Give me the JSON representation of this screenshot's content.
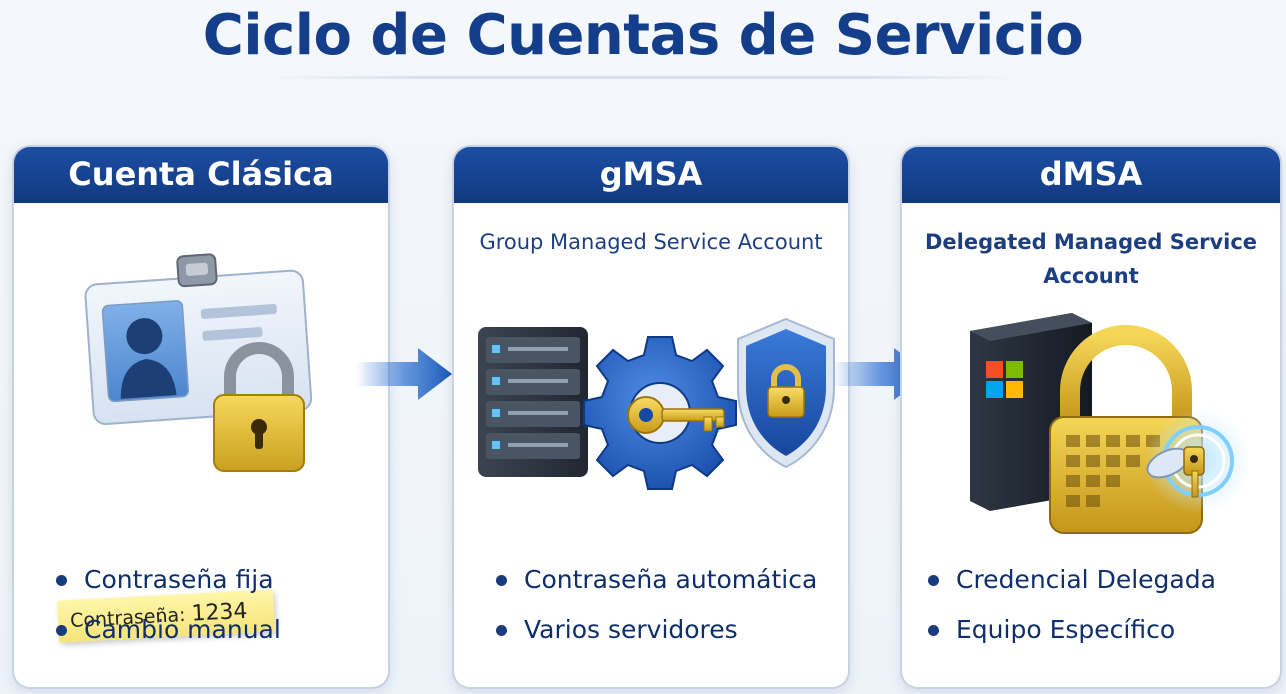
{
  "title": "Ciclo de Cuentas de Servicio",
  "panels": [
    {
      "header": "Cuenta Clásica",
      "note_label": "Contraseña:",
      "note_value": "1234",
      "bullets": [
        "Contraseña fija",
        "Cambio manual"
      ]
    },
    {
      "header": "gMSA",
      "subtitle": "Group Managed Service Account",
      "bullets": [
        "Contraseña automática",
        "Varios servidores"
      ]
    },
    {
      "header": "dMSA",
      "subtitle_line1": "Delegated Managed Service",
      "subtitle_line2": "Account",
      "bullets": [
        "Credencial Delegada",
        "Equipo Específico"
      ]
    }
  ],
  "colors": {
    "header_blue": "#1a4594",
    "title_blue": "#143d8a",
    "arrow_blue": "#2a6fd1",
    "lock_gold": "#e3b82a",
    "shield_blue": "#1f5fbf"
  },
  "icons": [
    "id-card-icon",
    "padlock-icon",
    "server-rack-icon",
    "gear-icon",
    "key-icon",
    "shield-lock-icon",
    "windows-server-icon",
    "digital-padlock-icon"
  ]
}
